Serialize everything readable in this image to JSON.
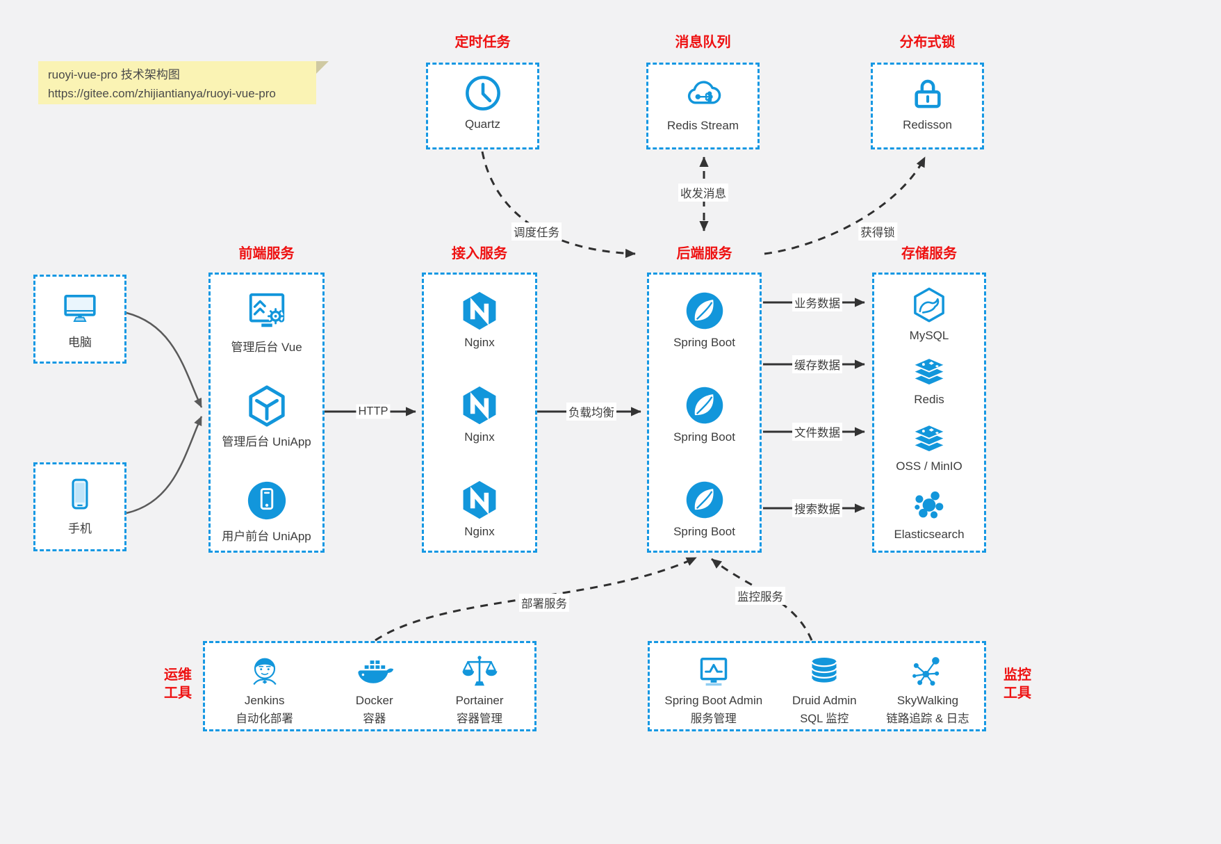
{
  "colors": {
    "accent_blue": "#1698e3",
    "icon_blue": "#1296db",
    "title_red": "#ee1111",
    "canvas_bg": "#f2f2f3",
    "note_bg": "#faf3b4"
  },
  "note": {
    "line1": "ruoyi-vue-pro 技术架构图",
    "line2": "https://gitee.com/zhijiantianya/ruoyi-vue-pro"
  },
  "top_services": [
    {
      "title": "定时任务",
      "label": "Quartz",
      "icon": "clock-icon"
    },
    {
      "title": "消息队列",
      "label": "Redis Stream",
      "icon": "message-cloud-icon"
    },
    {
      "title": "分布式锁",
      "label": "Redisson",
      "icon": "lock-icon"
    }
  ],
  "clients": [
    {
      "label": "电脑",
      "icon": "desktop-icon"
    },
    {
      "label": "手机",
      "icon": "mobile-icon"
    }
  ],
  "service_columns": [
    {
      "title": "前端服务",
      "items": [
        {
          "label": "管理后台 Vue",
          "icon": "admin-vue-icon"
        },
        {
          "label": "管理后台 UniApp",
          "icon": "uniapp-cube-icon"
        },
        {
          "label": "用户前台 UniApp",
          "icon": "user-app-icon"
        }
      ]
    },
    {
      "title": "接入服务",
      "items": [
        {
          "label": "Nginx",
          "icon": "nginx-icon"
        },
        {
          "label": "Nginx",
          "icon": "nginx-icon"
        },
        {
          "label": "Nginx",
          "icon": "nginx-icon"
        }
      ]
    },
    {
      "title": "后端服务",
      "items": [
        {
          "label": "Spring Boot",
          "icon": "spring-boot-icon"
        },
        {
          "label": "Spring Boot",
          "icon": "spring-boot-icon"
        },
        {
          "label": "Spring Boot",
          "icon": "spring-boot-icon"
        }
      ]
    },
    {
      "title": "存储服务",
      "items": [
        {
          "label": "MySQL",
          "icon": "mysql-icon"
        },
        {
          "label": "Redis",
          "icon": "redis-layers-icon"
        },
        {
          "label": "OSS / MinIO",
          "icon": "storage-layers-icon"
        },
        {
          "label": "Elasticsearch",
          "icon": "elasticsearch-icon"
        }
      ]
    }
  ],
  "edge_labels": {
    "http": "HTTP",
    "load_balance": "负载均衡",
    "business_data": "业务数据",
    "cache_data": "缓存数据",
    "file_data": "文件数据",
    "search_data": "搜索数据",
    "schedule_task": "调度任务",
    "send_receive_message": "收发消息",
    "acquire_lock": "获得锁",
    "deploy_service": "部署服务",
    "monitor_service": "监控服务"
  },
  "ops_tools": {
    "side_label": "运维\n工具",
    "items": [
      {
        "label": "Jenkins",
        "sub": "自动化部署",
        "icon": "jenkins-icon"
      },
      {
        "label": "Docker",
        "sub": "容器",
        "icon": "docker-whale-icon"
      },
      {
        "label": "Portainer",
        "sub": "容器管理",
        "icon": "scales-icon"
      }
    ]
  },
  "monitor_tools": {
    "side_label": "监控\n工具",
    "items": [
      {
        "label": "Spring Boot Admin",
        "sub": "服务管理",
        "icon": "admin-monitor-icon"
      },
      {
        "label": "Druid Admin",
        "sub": "SQL 监控",
        "icon": "database-icon"
      },
      {
        "label": "SkyWalking",
        "sub": "链路追踪 & 日志",
        "icon": "skywalking-icon"
      }
    ]
  }
}
